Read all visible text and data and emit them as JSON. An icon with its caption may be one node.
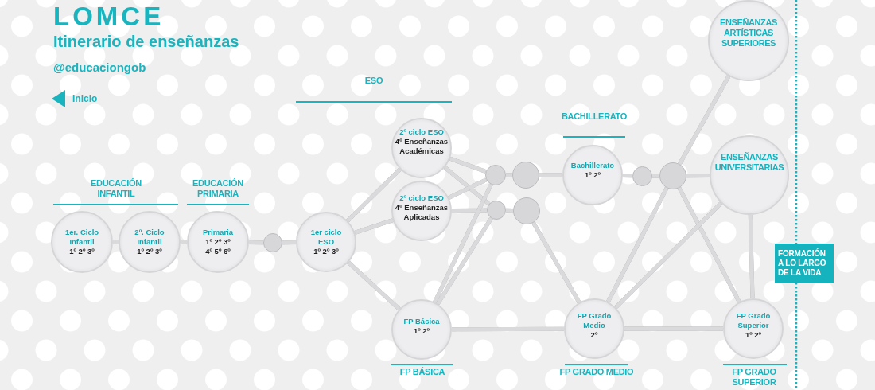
{
  "diagram": {
    "title": "LOMCE",
    "nodes": [
      {
        "text": [
          "1er. Ciclo Infantil",
          "1º 2º 3º"
        ]
      },
      {
        "text": [
          "2º. Ciclo Infantil",
          "1º 2º 3º"
        ]
      },
      {
        "text": [
          "Primaria",
          "1º 2º 3º 4º 5º 6º"
        ]
      },
      {
        "text": [],
        "shape": "circle"
      },
      {
        "text": [
          "1er ciclo ESO",
          "1º 2º 3º"
        ]
      },
      {
        "text": [
          "2º ciclo ESO",
          "4º Enseñanzas Académicas"
        ]
      },
      {
        "text": [
          "2º ciclo ESO",
          "4º Enseñanzas Aplicadas"
        ]
      },
      {
        "text": [],
        "shape": "circle"
      },
      {
        "text": [],
        "shape": "circle"
      },
      {
        "text": [],
        "shape": "circle"
      },
      {
        "text": [],
        "shape": "circle"
      },
      {
        "text": [
          "Bachillerato",
          "1º 2º"
        ]
      },
      {
        "text": [],
        "shape": "circle"
      },
      {
        "text": [],
        "shape": "circle"
      },
      {
        "text": [
          "ENSEÑANZAS ARTÍSTICAS SUPERIORES"
        ]
      },
      {
        "text": [
          "ENSEÑANZAS UNIVERSITARIAS"
        ]
      },
      {
        "text": [
          "FP Básica",
          "1º 2º"
        ]
      },
      {
        "text": [
          "FP Grado Medio",
          "2º"
        ]
      },
      {
        "text": [
          "FP Grado Superior",
          "1º 2º"
        ]
      },
      {
        "text": [
          "FORMACIÓN A LO LARGO DE LA VIDA"
        ]
      }
    ],
    "edges": [
      {
        "from": 0,
        "to": 1,
        "arrow": "none"
      },
      {
        "from": 1,
        "to": 2,
        "arrow": "none"
      },
      {
        "from": 2,
        "to": 3,
        "arrow": "none"
      },
      {
        "from": 3,
        "to": 4,
        "arrow": "none"
      },
      {
        "from": 4,
        "to": 5,
        "arrow": "none"
      },
      {
        "from": 4,
        "to": 6,
        "arrow": "none"
      },
      {
        "from": 4,
        "to": 16,
        "arrow": "none"
      },
      {
        "from": 5,
        "to": 7,
        "arrow": "none"
      },
      {
        "from": 5,
        "to": 8,
        "arrow": "none"
      },
      {
        "from": 6,
        "to": 7,
        "arrow": "none"
      },
      {
        "from": 6,
        "to": 8,
        "arrow": "none"
      },
      {
        "from": 16,
        "to": 7,
        "arrow": "none"
      },
      {
        "from": 16,
        "to": 8,
        "arrow": "none"
      },
      {
        "from": 7,
        "to": 9,
        "arrow": "none"
      },
      {
        "from": 8,
        "to": 10,
        "arrow": "none"
      },
      {
        "from": 9,
        "to": 11,
        "arrow": "none"
      },
      {
        "from": 10,
        "to": 17,
        "arrow": "none"
      },
      {
        "from": 11,
        "to": 12,
        "arrow": "none"
      },
      {
        "from": 12,
        "to": 13,
        "arrow": "none"
      },
      {
        "from": 13,
        "to": 14,
        "arrow": "none"
      },
      {
        "from": 13,
        "to": 15,
        "arrow": "none"
      },
      {
        "from": 13,
        "to": 17,
        "arrow": "none"
      },
      {
        "from": 13,
        "to": 18,
        "arrow": "none"
      },
      {
        "from": 15,
        "to": 17,
        "arrow": "none"
      },
      {
        "from": 15,
        "to": 18,
        "arrow": "none"
      },
      {
        "from": 16,
        "to": 17,
        "arrow": "none"
      },
      {
        "from": 17,
        "to": 18,
        "arrow": "none"
      }
    ],
    "labels": [
      "Itinerario de enseñanzas",
      "@educaciongob",
      "Inicio",
      "ESO",
      "BACHILLERATO",
      "EDUCACIÓN INFANTIL",
      "EDUCACIÓN PRIMARIA",
      "FP BÁSICA",
      "FP GRADO MEDIO",
      "FP GRADO SUPERIOR"
    ]
  }
}
